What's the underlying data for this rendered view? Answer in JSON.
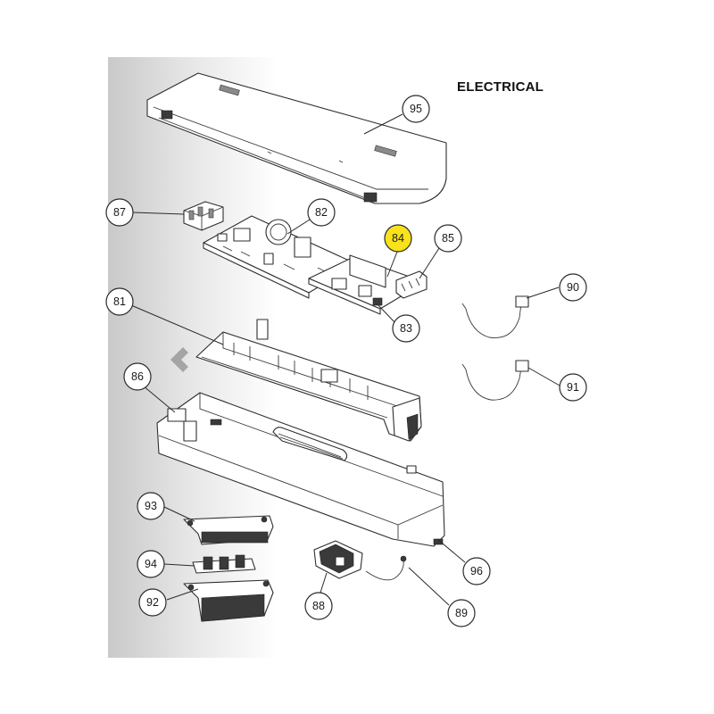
{
  "title": "ELECTRICAL",
  "callouts": [
    {
      "id": "95",
      "label": "95",
      "highlight": false
    },
    {
      "id": "87",
      "label": "87",
      "highlight": false
    },
    {
      "id": "82",
      "label": "82",
      "highlight": false
    },
    {
      "id": "84",
      "label": "84",
      "highlight": true
    },
    {
      "id": "85",
      "label": "85",
      "highlight": false
    },
    {
      "id": "90",
      "label": "90",
      "highlight": false
    },
    {
      "id": "83",
      "label": "83",
      "highlight": false
    },
    {
      "id": "81",
      "label": "81",
      "highlight": false
    },
    {
      "id": "91",
      "label": "91",
      "highlight": false
    },
    {
      "id": "86",
      "label": "86",
      "highlight": false
    },
    {
      "id": "93",
      "label": "93",
      "highlight": false
    },
    {
      "id": "94",
      "label": "94",
      "highlight": false
    },
    {
      "id": "96",
      "label": "96",
      "highlight": false
    },
    {
      "id": "92",
      "label": "92",
      "highlight": false
    },
    {
      "id": "88",
      "label": "88",
      "highlight": false
    },
    {
      "id": "89",
      "label": "89",
      "highlight": false
    }
  ],
  "colors": {
    "highlight": "#f7e21b",
    "outline": "#2e2e2e",
    "panel_shade": "#c9c9c9",
    "nav_arrow": "#9a9a9a"
  },
  "icons": {
    "nav": "chevron-left-icon"
  }
}
